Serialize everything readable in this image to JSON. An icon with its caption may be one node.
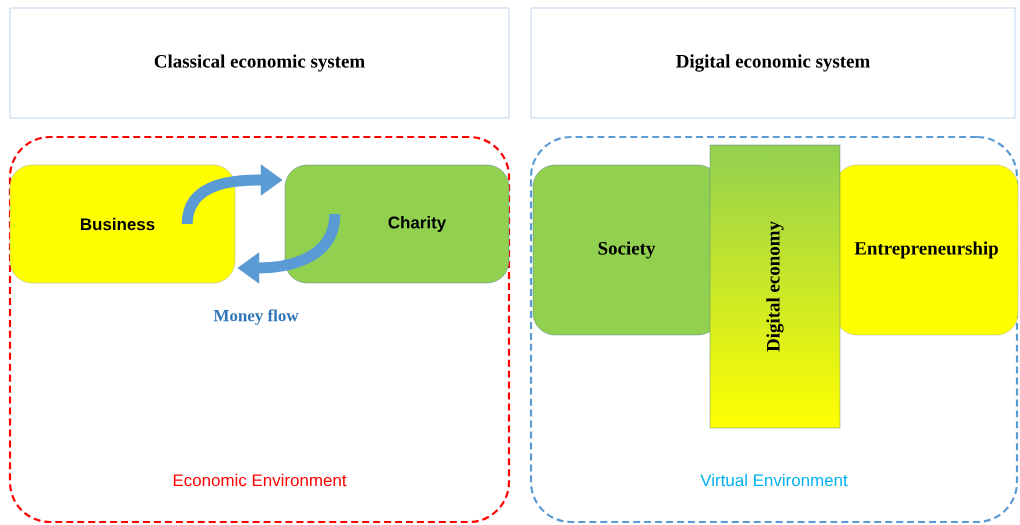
{
  "diagram": {
    "nodes": [
      {
        "text": [
          "Classical economic system"
        ]
      },
      {
        "text": [
          "Digital economic system"
        ]
      },
      {
        "text": [
          "Economic Environment"
        ]
      },
      {
        "text": [
          "Business"
        ],
        "in": 2
      },
      {
        "text": [
          "Charity"
        ],
        "in": 2
      },
      {
        "text": [
          "Virtual Environment"
        ]
      },
      {
        "text": [
          "Society"
        ],
        "in": 5
      },
      {
        "text": [
          "Entrepreneurship"
        ],
        "in": 5
      },
      {
        "text": [
          "Digital economy"
        ],
        "in": 5
      }
    ],
    "edges": [
      {
        "from": 3,
        "to": 4,
        "arrow": "to"
      },
      {
        "from": 4,
        "to": 3,
        "arrow": "to",
        "label": "Money flow"
      }
    ]
  }
}
